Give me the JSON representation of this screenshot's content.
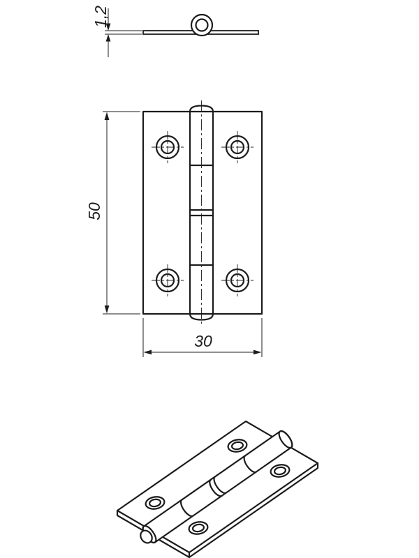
{
  "page": {
    "background_color": "#ffffff",
    "line_color": "#1c1c1c"
  },
  "drawing": {
    "dim_thickness": "1,2",
    "dim_length": "50",
    "dim_width": "30"
  }
}
